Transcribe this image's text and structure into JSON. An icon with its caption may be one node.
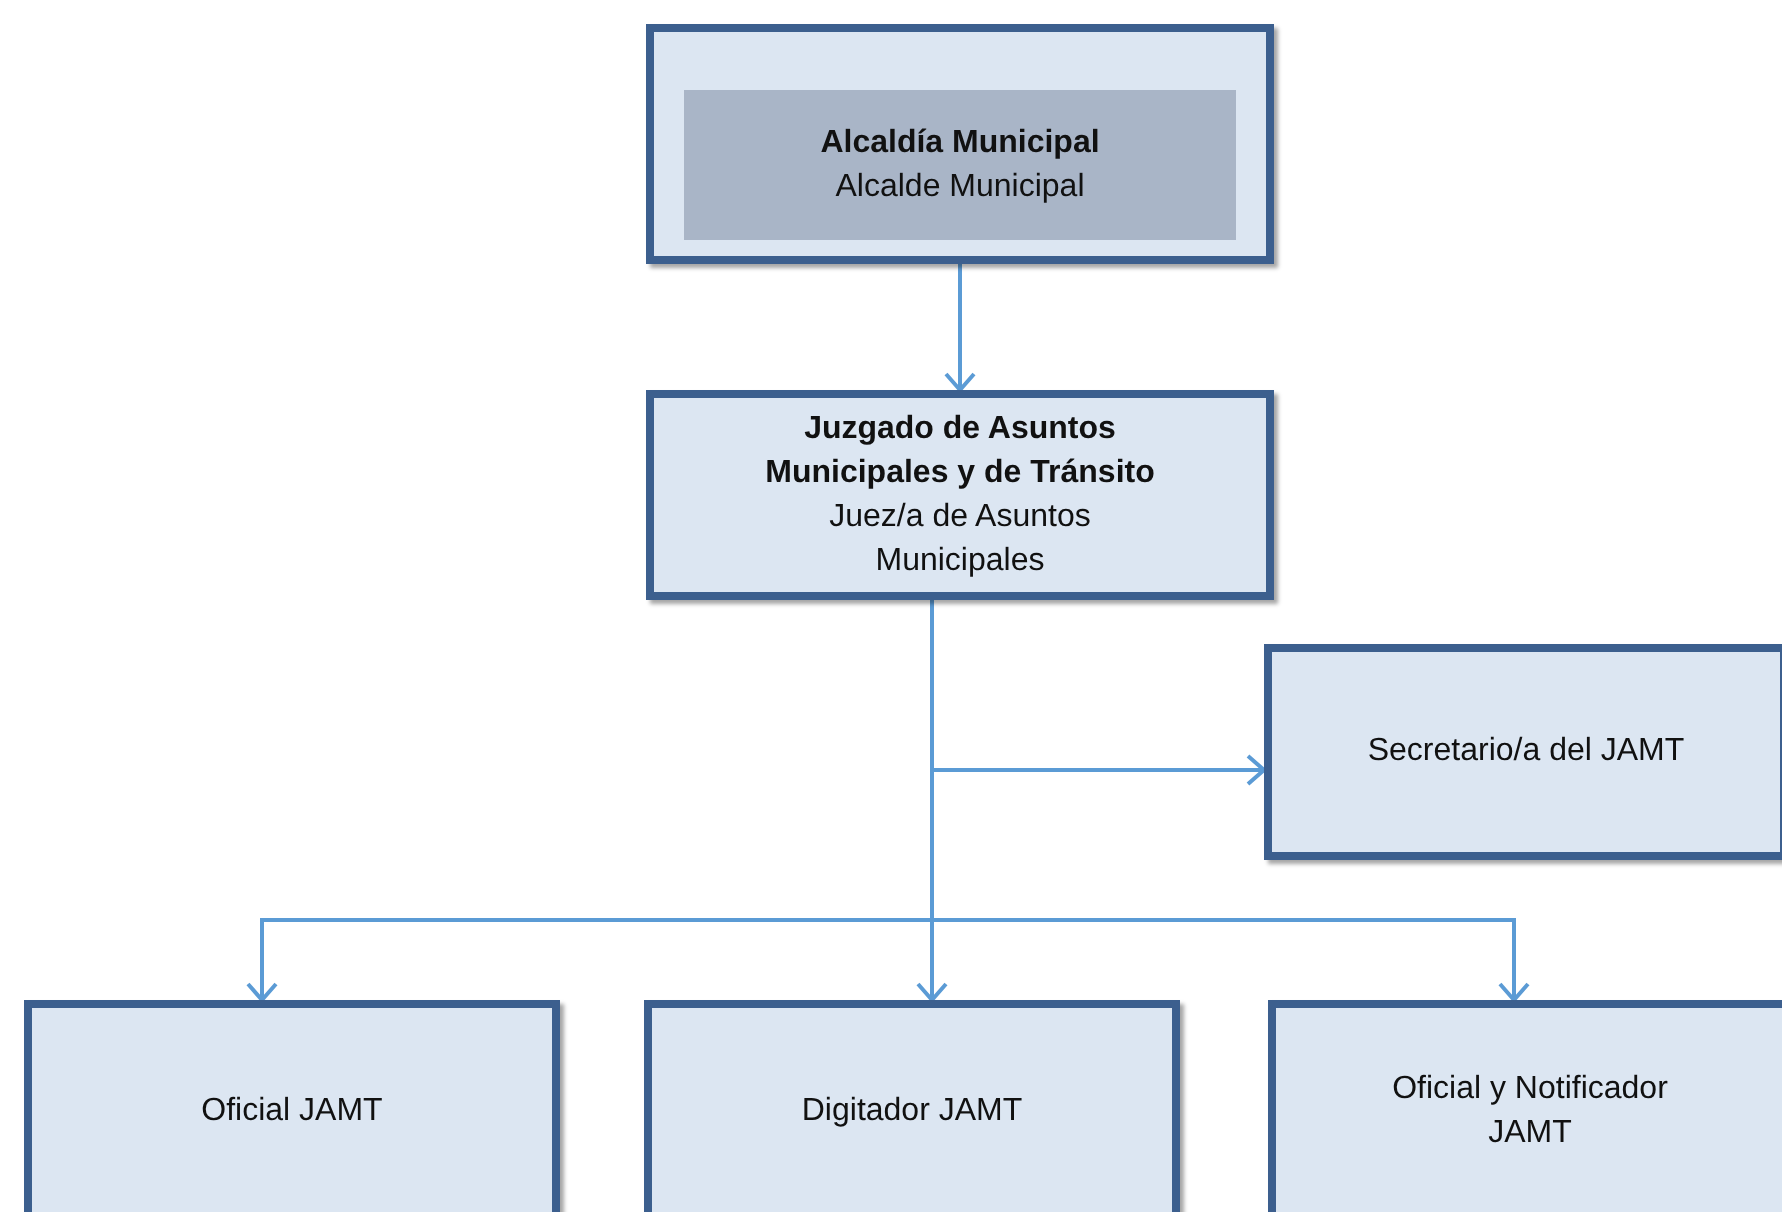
{
  "diagram": {
    "nodes": [
      {
        "text": [],
        "shape": "box"
      },
      {
        "text": [
          "Alcaldía Municipal",
          "Alcalde Municipal"
        ],
        "in": 0
      },
      {
        "text": [
          "Juzgado de Asuntos Municipales y de Tránsito",
          "Juez/a de Asuntos Municipales"
        ]
      },
      {
        "text": [
          "Secretario/a del JAMT"
        ]
      },
      {
        "text": [
          "Oficial JAMT"
        ]
      },
      {
        "text": [
          "Digitador JAMT"
        ]
      },
      {
        "text": [
          "Oficial y Notificador JAMT"
        ]
      }
    ],
    "edges": [
      {
        "from": 0,
        "to": 2,
        "arrow": "to"
      },
      {
        "from": 2,
        "to": 3,
        "arrow": "to"
      },
      {
        "from": 2,
        "to": 4,
        "arrow": "to"
      },
      {
        "from": 2,
        "to": 5,
        "arrow": "to"
      },
      {
        "from": 2,
        "to": 6,
        "arrow": "to"
      }
    ]
  }
}
